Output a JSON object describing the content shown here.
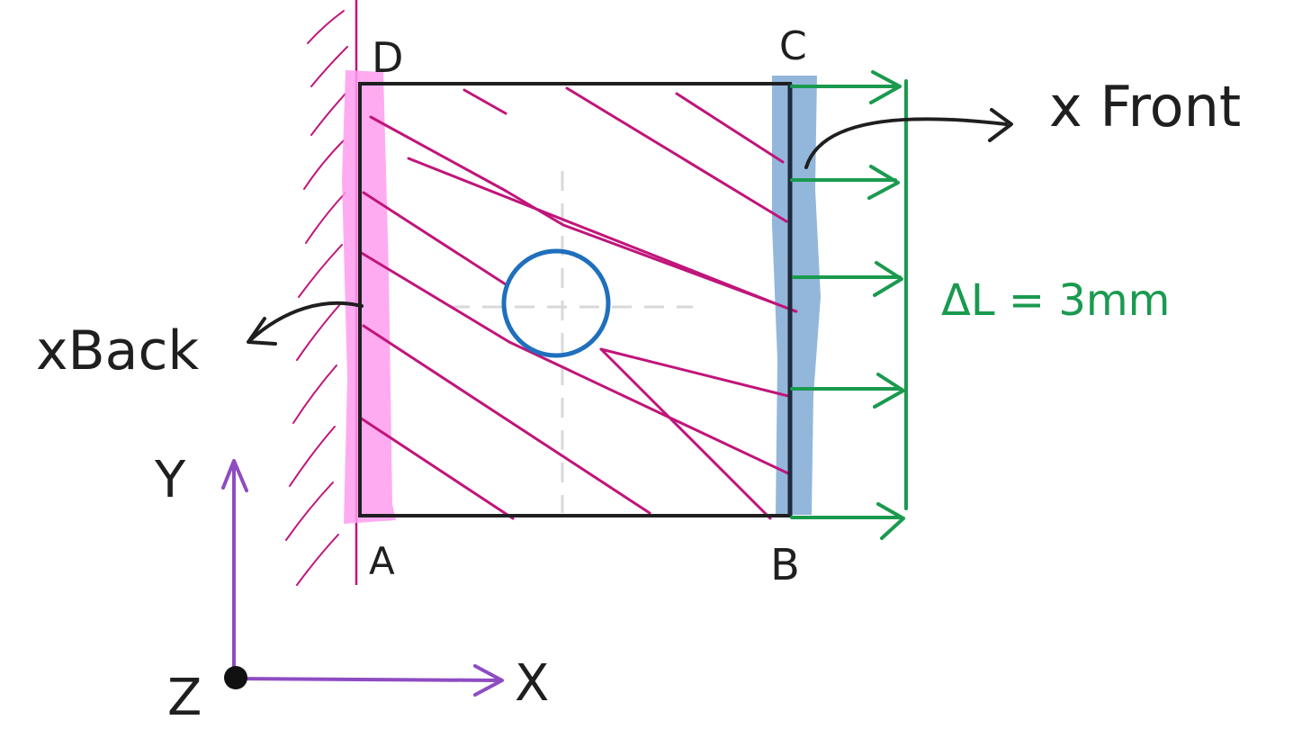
{
  "corners": {
    "a": "A",
    "b": "B",
    "c": "C",
    "d": "D"
  },
  "labels": {
    "back": "xBack",
    "front": "x Front",
    "displacement": "ΔL = 3mm"
  },
  "axes": {
    "x": "X",
    "y": "Y",
    "z": "Z"
  },
  "colors": {
    "outline": "#1f1f1f",
    "hatch": "#c0157a",
    "back_face": "#ff9cf0",
    "front_face": "#6f9fcf",
    "hole": "#1f6fbd",
    "arrows": "#1a9a4f",
    "axes": "#8e4cc2",
    "centerline": "#d9d9d9"
  }
}
